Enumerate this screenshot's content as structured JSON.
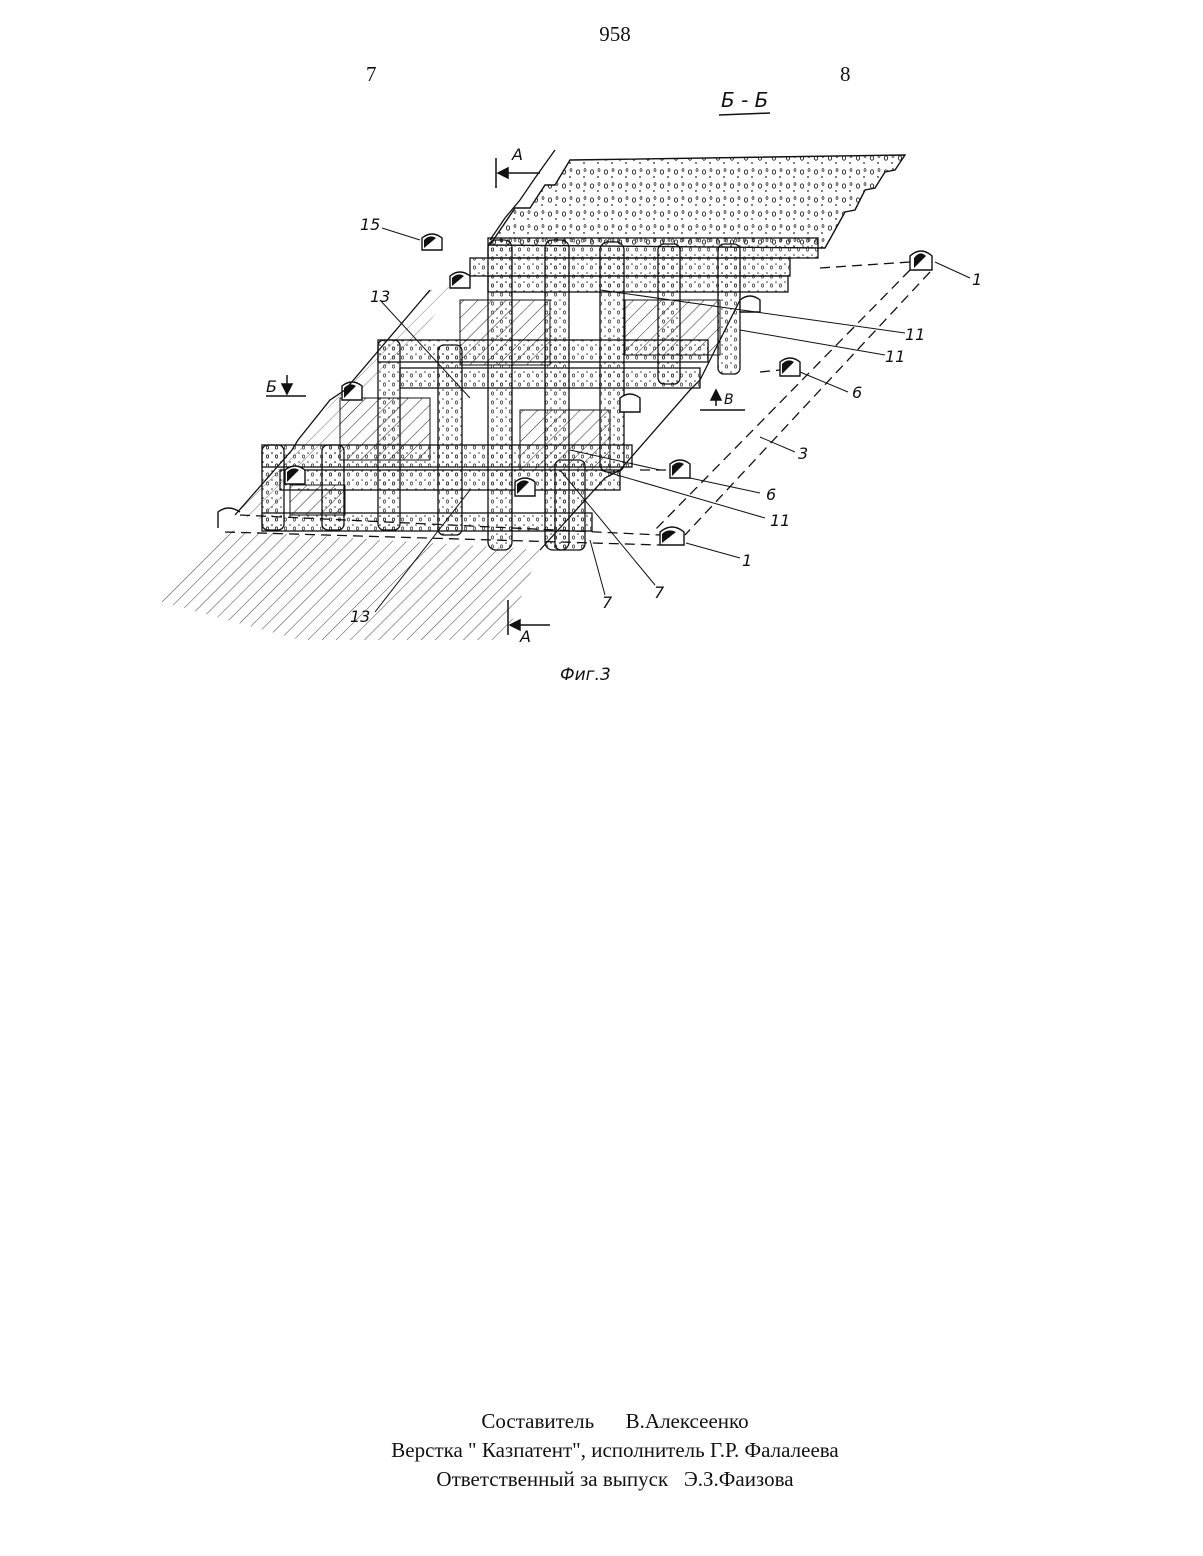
{
  "header": {
    "page_number": "958",
    "left_column": "7",
    "right_column": "8"
  },
  "figure": {
    "section_label": "Б - Б",
    "caption": "Фиг.3",
    "labels": {
      "A_top": "A",
      "A_bottom": "A",
      "B_left": "Б",
      "V_mark": "В",
      "l15": "15",
      "l1_top": "1",
      "l11_a": "11",
      "l11_b": "11",
      "l6_a": "6",
      "l3": "3",
      "l6_b": "6",
      "l11_c": "11",
      "l1_bottom": "1",
      "l7_a": "7",
      "l7_b": "7",
      "l13_top": "13",
      "l13_bottom": "13"
    }
  },
  "footer": {
    "line1": "Составитель      В.Алексеенко",
    "line2": "Верстка \" Казпатент\", исполнитель Г.Р. Фалалеева",
    "line3": "Ответственный за выпуск   Э.З.Фаизова"
  }
}
